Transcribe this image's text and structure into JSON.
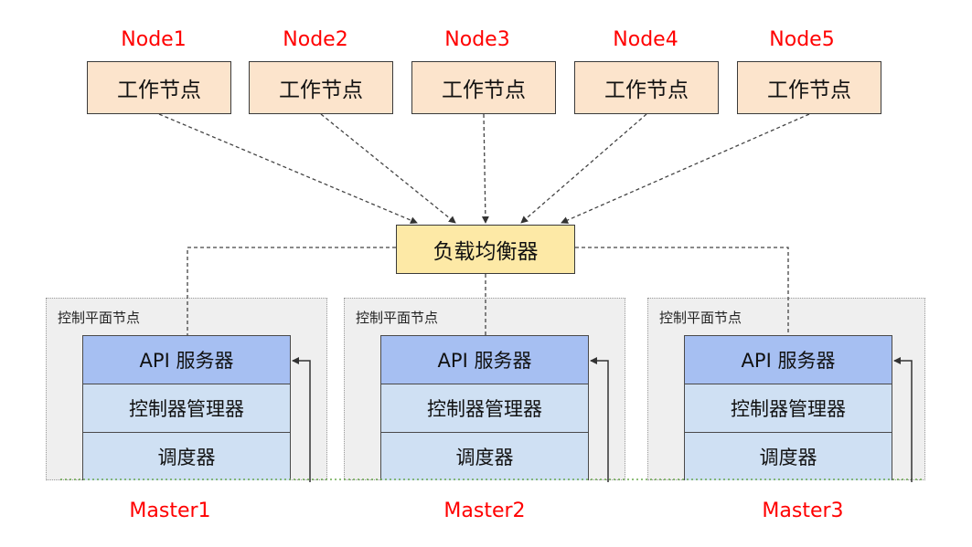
{
  "nodes": [
    {
      "label": "Node1",
      "box_text": "工作节点"
    },
    {
      "label": "Node2",
      "box_text": "工作节点"
    },
    {
      "label": "Node3",
      "box_text": "工作节点"
    },
    {
      "label": "Node4",
      "box_text": "工作节点"
    },
    {
      "label": "Node5",
      "box_text": "工作节点"
    }
  ],
  "load_balancer": {
    "text": "负载均衡器"
  },
  "control_planes": [
    {
      "title": "控制平面节点",
      "api": "API 服务器",
      "controller": "控制器管理器",
      "scheduler": "调度器",
      "master_label": "Master1"
    },
    {
      "title": "控制平面节点",
      "api": "API 服务器",
      "controller": "控制器管理器",
      "scheduler": "调度器",
      "master_label": "Master2"
    },
    {
      "title": "控制平面节点",
      "api": "API 服务器",
      "controller": "控制器管理器",
      "scheduler": "调度器",
      "master_label": "Master3"
    }
  ],
  "colors": {
    "label_red": "#ff0000",
    "node_fill": "#fce4cc",
    "lb_fill": "#fde9a6",
    "api_fill": "#a6bff2",
    "component_fill": "#cfe0f3",
    "panel_fill": "#efefef"
  }
}
